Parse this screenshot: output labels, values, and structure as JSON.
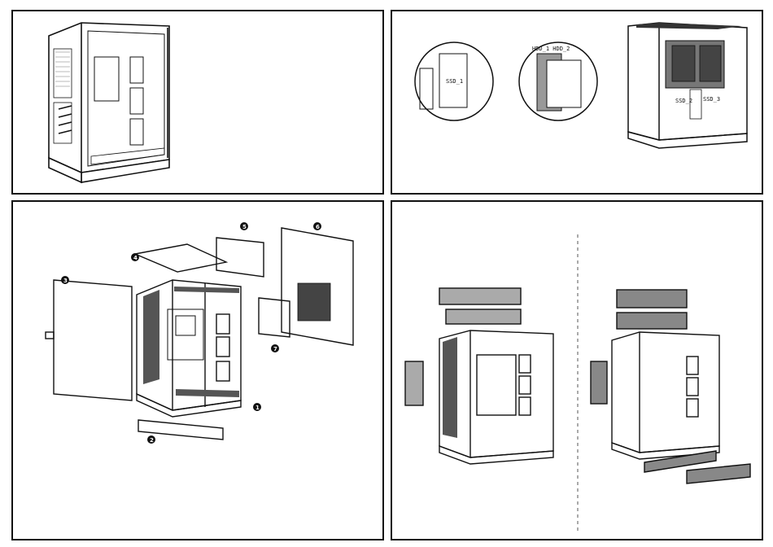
{
  "panel_tl": {
    "name": "panel-case-glass-view"
  },
  "panel_tr": {
    "ssd_label_zoom1": "SSD_1",
    "ssd_label_zoom2": "HDD_1 HDD_2",
    "ssd_label_case_a": "SSD_2",
    "ssd_label_case_b": "SSD_3"
  },
  "panel_bl": {
    "callouts": [
      "1",
      "2",
      "3",
      "4",
      "5",
      "6",
      "7"
    ]
  },
  "panel_br": {
    "name": "panel-cooling-options"
  },
  "colors": {
    "line": "#111111",
    "bg": "#ffffff",
    "fill_gray": "#bdbdbd",
    "fill_dark": "#555555"
  }
}
